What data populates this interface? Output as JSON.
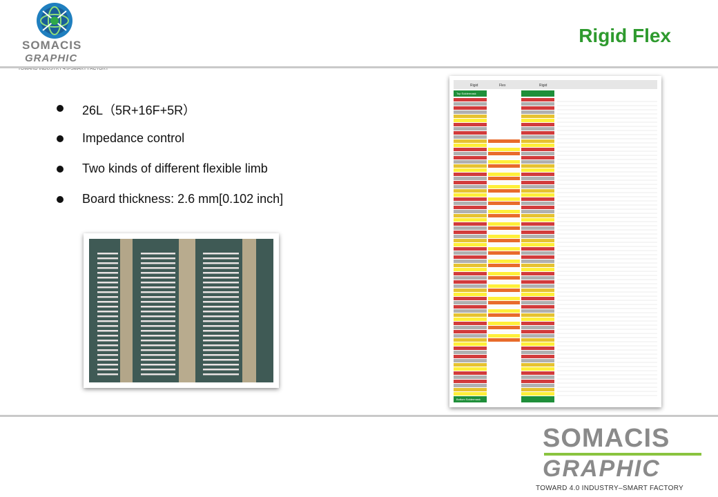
{
  "logo_top": {
    "brand": "SOMACIS",
    "brand2": "GRAPHIC",
    "tagline": "TOWARD INDUSTRY 4.0-SMART FACTORY"
  },
  "title": "Rigid Flex",
  "bullets": [
    "26L（5R+16F+5R）",
    "Impedance  control",
    "Two kinds of different flexible limb",
    "Board thickness: 2.6 mm[0.102  inch]"
  ],
  "stackup": {
    "headers": [
      "Rigid",
      "Flex",
      "Rigid"
    ],
    "top_row": "Top Soldermask",
    "bottom_row": "Bottom Soldermask"
  },
  "logo_bottom": {
    "brand": "SOMACIS",
    "brand2": "GRAPHIC",
    "tagline": "TOWARD 4.0 INDUSTRY–SMART FACTORY"
  },
  "colors": {
    "title": "#2e9a2e",
    "accent_green": "#8ac43f",
    "brand_gray": "#8a8a8a"
  }
}
